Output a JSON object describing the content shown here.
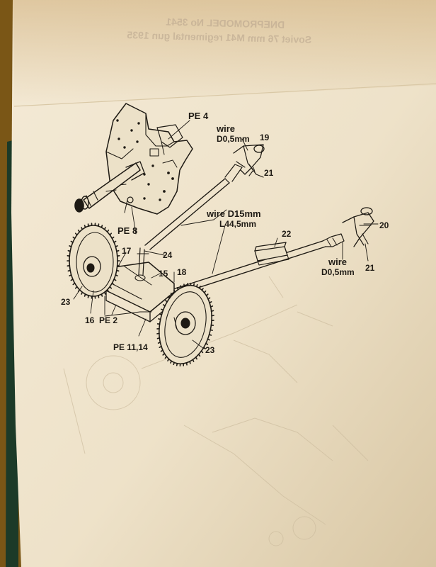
{
  "header_bleed": {
    "line1": "DNEPROMODEL No 3541",
    "line2": "Soviet 76 mm M41 regimental gun 1935"
  },
  "labels": {
    "pe4": "PE 4",
    "wire_left_a": "wire",
    "wire_left_b": "D0,5mm",
    "n19": "19",
    "n21_top": "21",
    "pe8": "PE 8",
    "wire_mid_a": "wire D15mm",
    "wire_mid_b": "L44,5mm",
    "n22": "22",
    "n20": "20",
    "wire_right_a": "wire",
    "wire_right_b": "D0,5mm",
    "n21_right": "21",
    "n17": "17",
    "n24": "24",
    "n15": "15",
    "n18": "18",
    "n23_left": "23",
    "n16": "16",
    "pe2": "PE 2",
    "pe11": "PE 11,14",
    "n23_right": "23"
  },
  "colors": {
    "paper": "#efe4cf",
    "ink": "#1e1a14",
    "background": "#6b4a12",
    "edge_green": "#1c3a28"
  }
}
